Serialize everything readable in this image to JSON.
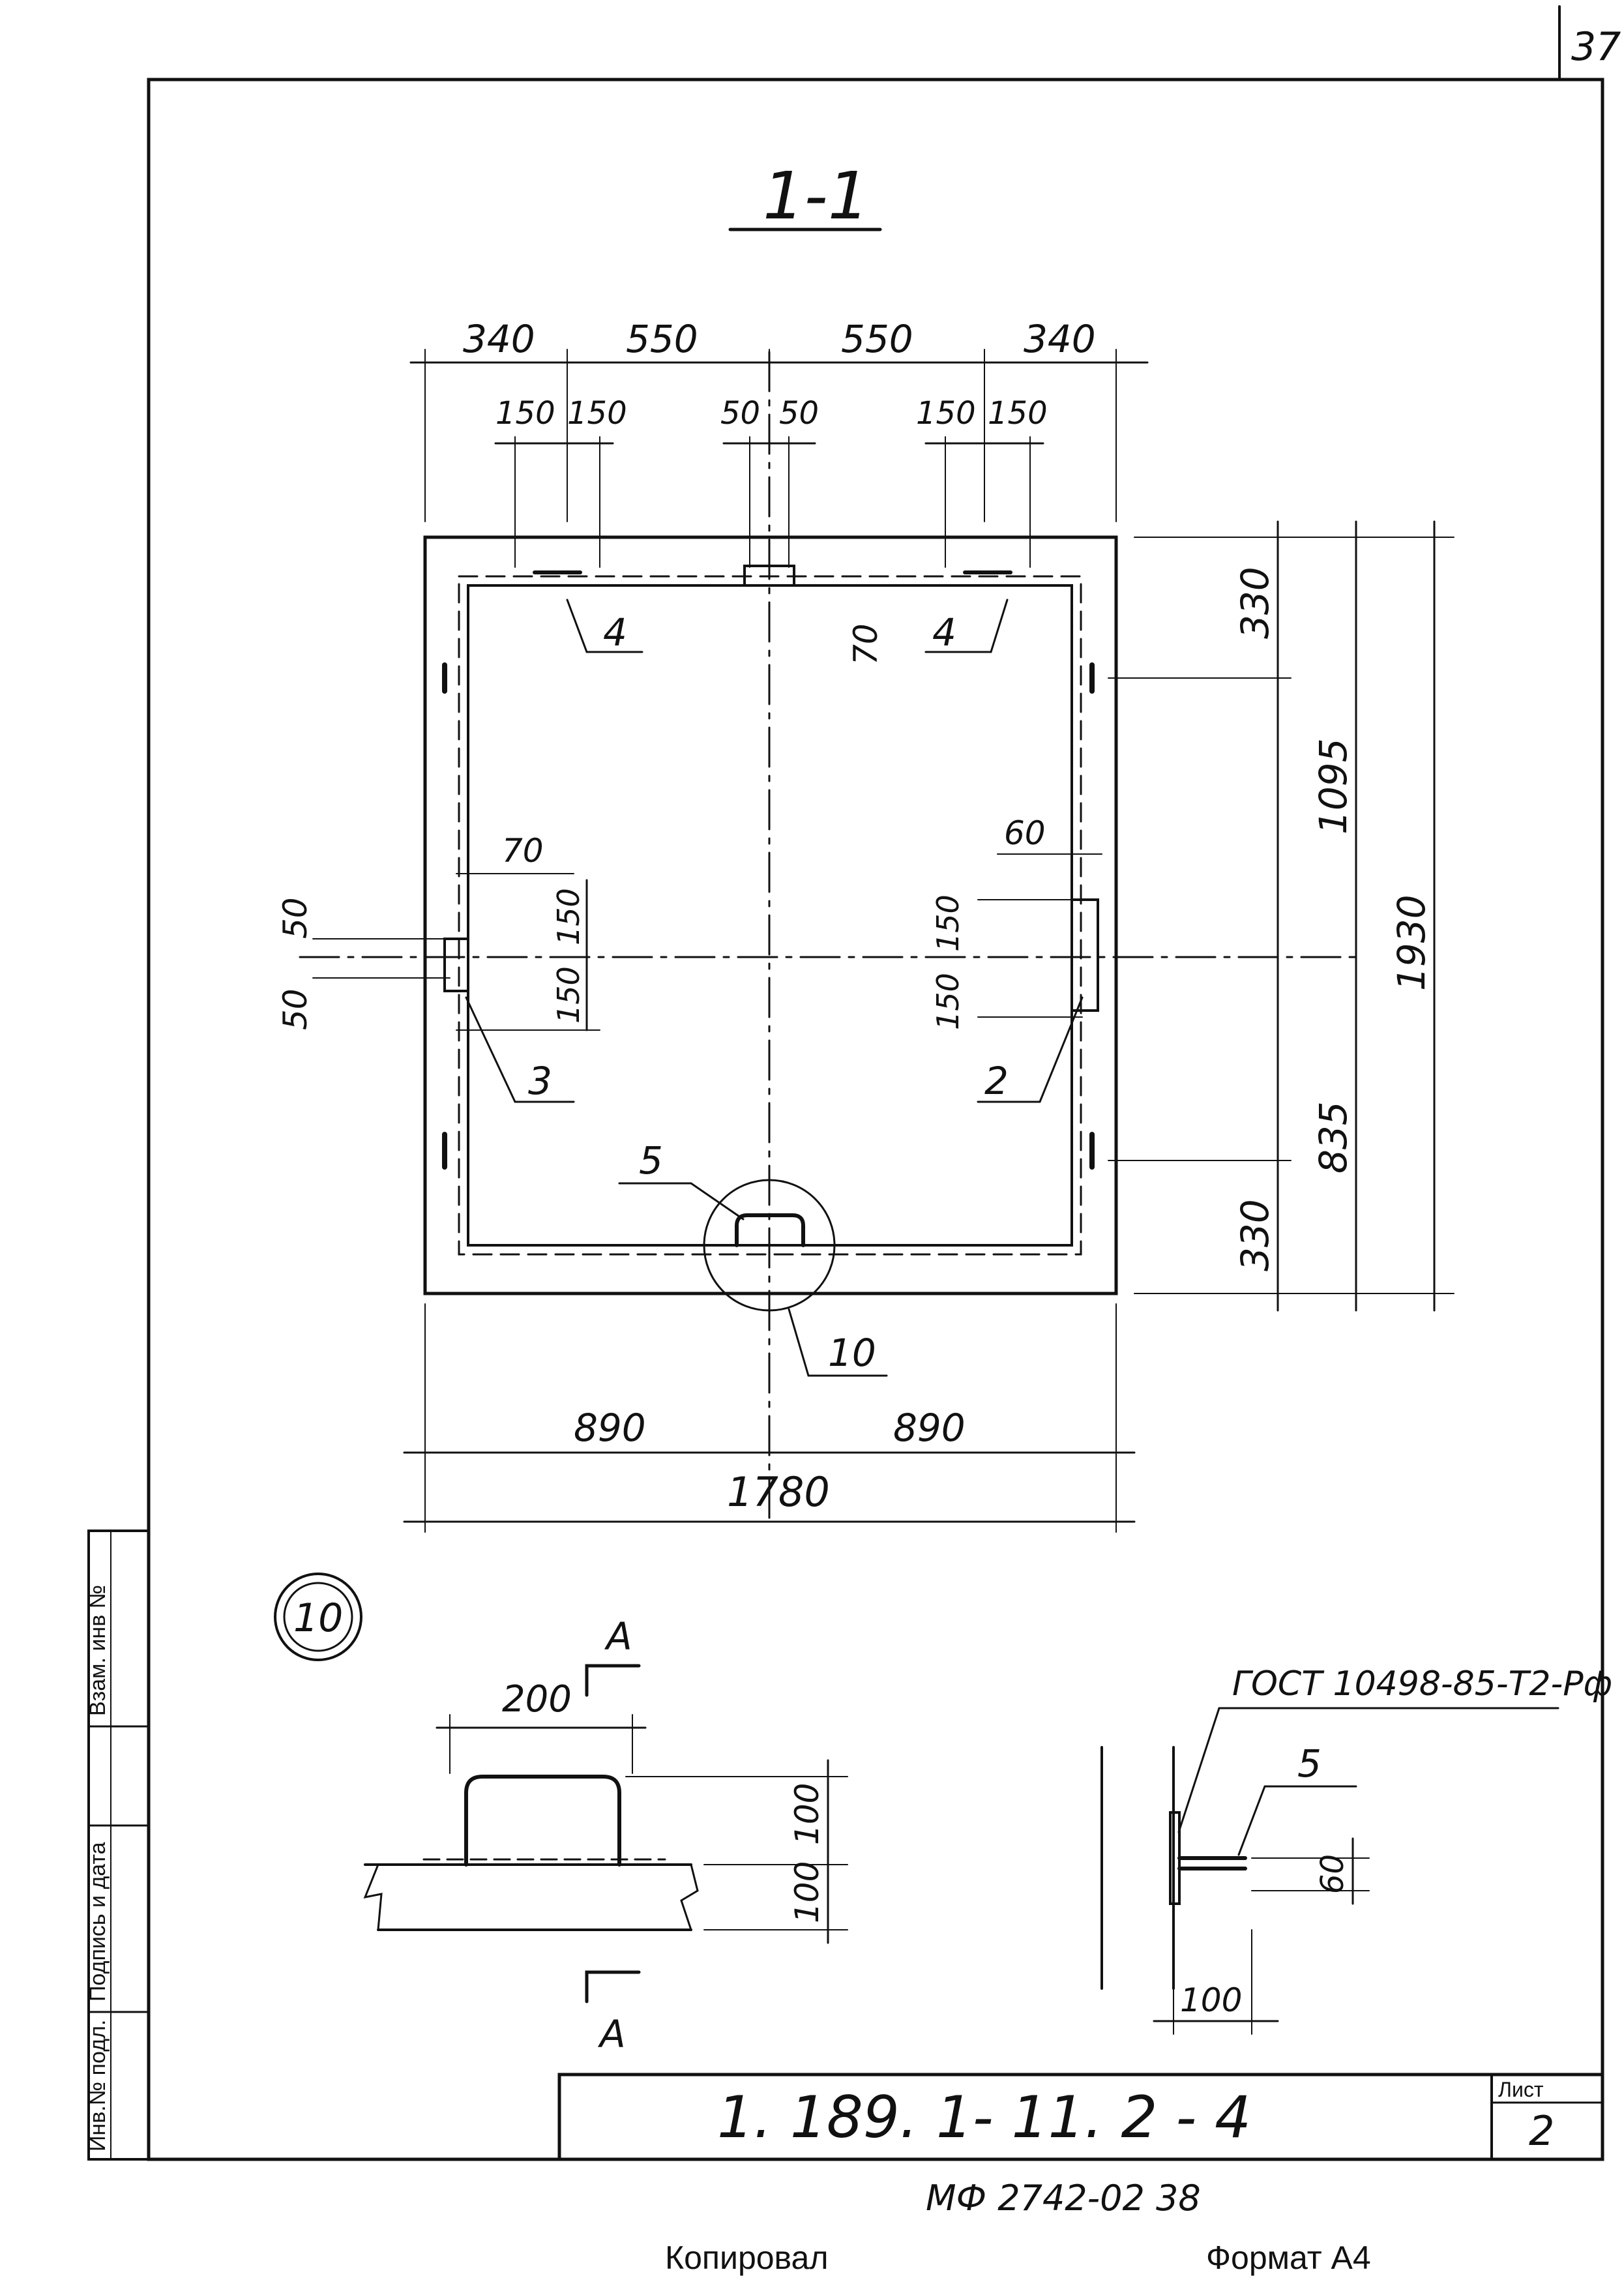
{
  "sheet": {
    "corner_number": "37",
    "section_title": "1-1",
    "drawing_code": "1. 189. 1- 11. 2 - 4",
    "sheet_label": "Лист",
    "sheet_number": "2",
    "bottom_code": "МФ 2742-02  38",
    "copied_label": "Копировал",
    "format_label": "Формат  А4",
    "left_stamp": [
      "Инв.№ подл.",
      "Подпись и дата",
      "Взам. инв №"
    ]
  },
  "plan": {
    "top_dims": [
      "340",
      "550",
      "550",
      "340"
    ],
    "top_sub_dims": [
      "150",
      "150",
      "50",
      "50",
      "150",
      "150"
    ],
    "right_dims": [
      "330",
      "1095",
      "1930",
      "835",
      "330"
    ],
    "left_dims": [
      "50",
      "50",
      "70",
      "150",
      "150"
    ],
    "right_inner_dims": [
      "60",
      "150",
      "150"
    ],
    "top_inner_dim": "70",
    "bottom_dims": [
      "890",
      "890",
      "1780"
    ],
    "callouts": [
      "4",
      "4",
      "3",
      "2",
      "5",
      "10"
    ]
  },
  "detail": {
    "marker": "10",
    "section_mark": "А",
    "width_dim": "200",
    "height_dims": [
      "100",
      "100"
    ],
    "gost_note": "ГОСТ 10498-85-Т2-Рф",
    "callout": "5",
    "side_dims": [
      "60",
      "100"
    ]
  }
}
